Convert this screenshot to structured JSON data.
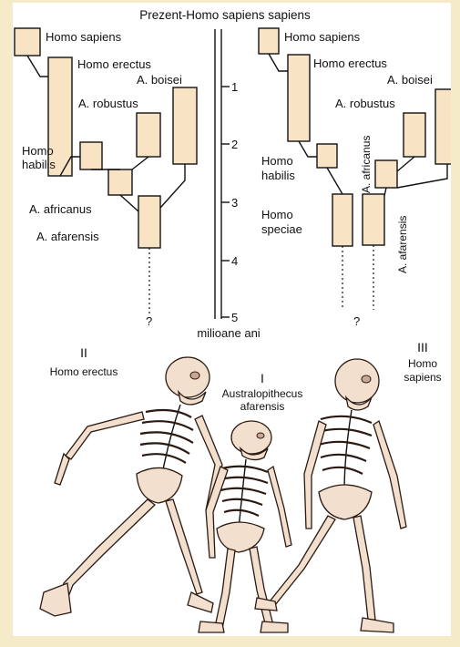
{
  "title": "Prezent-Homo sapiens sapiens",
  "scale": {
    "ticks": [
      "1",
      "2",
      "3",
      "4",
      "5"
    ],
    "unit_label": "milioane ani"
  },
  "left_tree": {
    "labels": {
      "homo_sapiens": "Homo sapiens",
      "homo_erectus": "Homo erectus",
      "a_boisei": "A. boisei",
      "a_robustus": "A. robustus",
      "homo_habilis_1": "Homo",
      "homo_habilis_2": "habilis",
      "a_africanus": "A. africanus",
      "a_afarensis": "A. afarensis"
    },
    "question": "?"
  },
  "right_tree": {
    "labels": {
      "homo_sapiens": "Homo sapiens",
      "homo_erectus": "Homo erectus",
      "a_boisei": "A. boisei",
      "a_robustus": "A. robustus",
      "homo_habilis_1": "Homo",
      "homo_habilis_2": "habilis",
      "a_africanus": "A. africanus",
      "homo_speciae_1": "Homo",
      "homo_speciae_2": "speciae",
      "a_afarensis": "A. afarensis"
    },
    "question": "?"
  },
  "skeletons": {
    "ii": {
      "numeral": "II",
      "name": "Homo erectus"
    },
    "i": {
      "numeral": "I",
      "name_1": "Australopithecus",
      "name_2": "afarensis"
    },
    "iii": {
      "numeral": "III",
      "name_1": "Homo",
      "name_2": "sapiens"
    }
  },
  "colors": {
    "page_background": "#f6ebc9",
    "box_fill": "#f8e4c4",
    "bone": "#f3dfcd",
    "ink": "#111111"
  }
}
